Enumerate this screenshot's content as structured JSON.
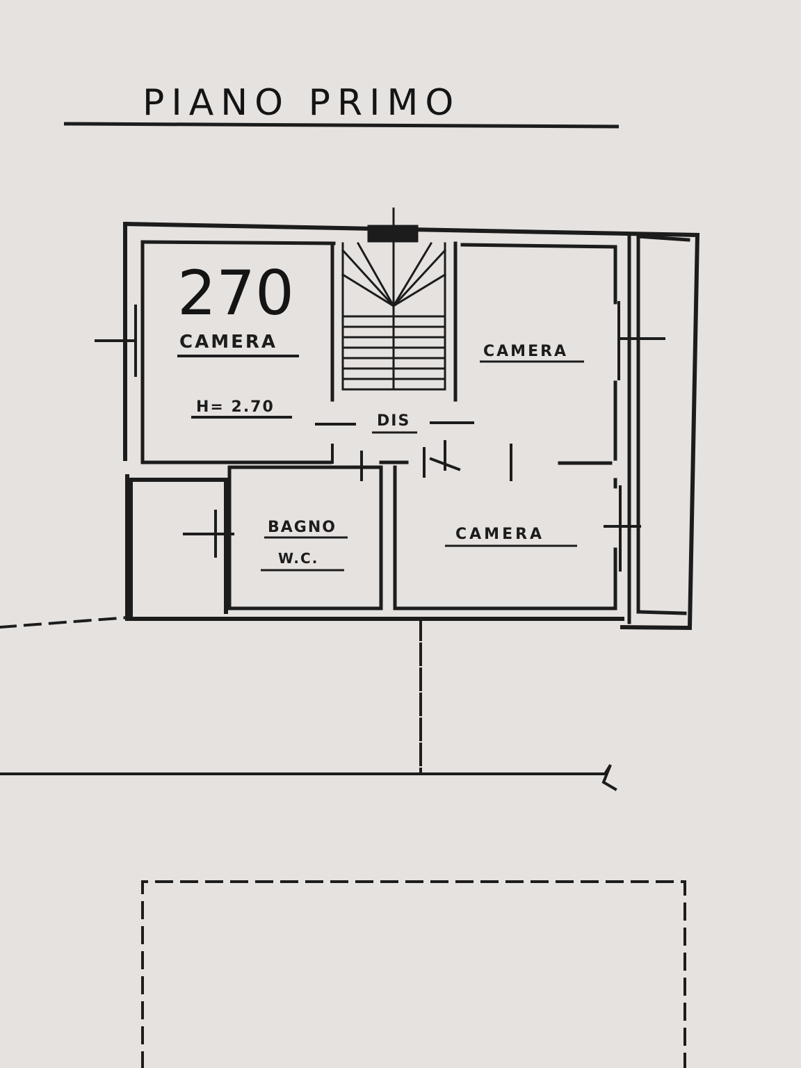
{
  "page": {
    "title": "PIANO PRIMO",
    "paper_color": "#e6e2e0",
    "ink_color": "#1c1c1c"
  },
  "plan": {
    "handwritten_height": "270",
    "rooms": {
      "camera_top_left": "CAMERA",
      "height_note": "H= 2.70",
      "stairs_landing": "DIS",
      "camera_top_right": "CAMERA",
      "bathroom_line1": "BAGNO",
      "bathroom_line2": "W.C.",
      "camera_bottom_right": "CAMERA"
    }
  }
}
